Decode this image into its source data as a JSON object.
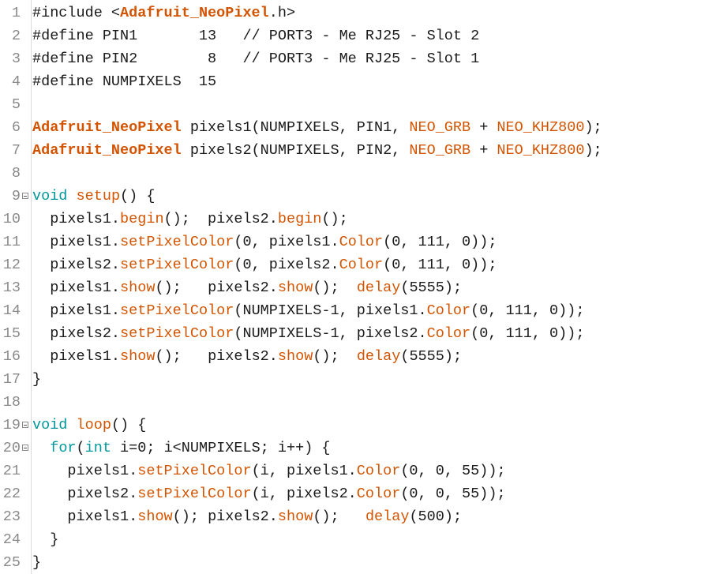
{
  "editor": {
    "colors": {
      "plain": "#1a1a1a",
      "keyword": "#00979c",
      "function": "#d35400",
      "class": "#d35400",
      "line_number": "#8a8a8a",
      "gutter_border": "#d9d9d9"
    },
    "lines": [
      {
        "num": "1",
        "fold": false,
        "tokens": [
          {
            "t": "#include <",
            "c": "plain"
          },
          {
            "t": "Adafruit_NeoPixel",
            "c": "class"
          },
          {
            "t": ".h>",
            "c": "plain"
          }
        ]
      },
      {
        "num": "2",
        "fold": false,
        "tokens": [
          {
            "t": "#define PIN1       13   // PORT3 - Me RJ25 - Slot 2",
            "c": "plain"
          }
        ]
      },
      {
        "num": "3",
        "fold": false,
        "tokens": [
          {
            "t": "#define PIN2        8   // PORT3 - Me RJ25 - Slot 1",
            "c": "plain"
          }
        ]
      },
      {
        "num": "4",
        "fold": false,
        "tokens": [
          {
            "t": "#define NUMPIXELS  15",
            "c": "plain"
          }
        ]
      },
      {
        "num": "5",
        "fold": false,
        "tokens": []
      },
      {
        "num": "6",
        "fold": false,
        "tokens": [
          {
            "t": "Adafruit_NeoPixel",
            "c": "class"
          },
          {
            "t": " pixels1(NUMPIXELS, PIN1, ",
            "c": "plain"
          },
          {
            "t": "NEO_GRB",
            "c": "const"
          },
          {
            "t": " + ",
            "c": "plain"
          },
          {
            "t": "NEO_KHZ800",
            "c": "const"
          },
          {
            "t": ");",
            "c": "plain"
          }
        ]
      },
      {
        "num": "7",
        "fold": false,
        "tokens": [
          {
            "t": "Adafruit_NeoPixel",
            "c": "class"
          },
          {
            "t": " pixels2(NUMPIXELS, PIN2, ",
            "c": "plain"
          },
          {
            "t": "NEO_GRB",
            "c": "const"
          },
          {
            "t": " + ",
            "c": "plain"
          },
          {
            "t": "NEO_KHZ800",
            "c": "const"
          },
          {
            "t": ");",
            "c": "plain"
          }
        ]
      },
      {
        "num": "8",
        "fold": false,
        "tokens": []
      },
      {
        "num": "9",
        "fold": true,
        "tokens": [
          {
            "t": "void",
            "c": "kw"
          },
          {
            "t": " ",
            "c": "plain"
          },
          {
            "t": "setup",
            "c": "fn"
          },
          {
            "t": "() {",
            "c": "plain"
          }
        ]
      },
      {
        "num": "10",
        "fold": false,
        "tokens": [
          {
            "t": "  pixels1.",
            "c": "plain"
          },
          {
            "t": "begin",
            "c": "fn"
          },
          {
            "t": "();  pixels2.",
            "c": "plain"
          },
          {
            "t": "begin",
            "c": "fn"
          },
          {
            "t": "();",
            "c": "plain"
          }
        ]
      },
      {
        "num": "11",
        "fold": false,
        "tokens": [
          {
            "t": "  pixels1.",
            "c": "plain"
          },
          {
            "t": "setPixelColor",
            "c": "fn"
          },
          {
            "t": "(0, pixels1.",
            "c": "plain"
          },
          {
            "t": "Color",
            "c": "fn"
          },
          {
            "t": "(0, 111, 0));",
            "c": "plain"
          }
        ]
      },
      {
        "num": "12",
        "fold": false,
        "tokens": [
          {
            "t": "  pixels2.",
            "c": "plain"
          },
          {
            "t": "setPixelColor",
            "c": "fn"
          },
          {
            "t": "(0, pixels2.",
            "c": "plain"
          },
          {
            "t": "Color",
            "c": "fn"
          },
          {
            "t": "(0, 111, 0));",
            "c": "plain"
          }
        ]
      },
      {
        "num": "13",
        "fold": false,
        "tokens": [
          {
            "t": "  pixels1.",
            "c": "plain"
          },
          {
            "t": "show",
            "c": "fn"
          },
          {
            "t": "();   pixels2.",
            "c": "plain"
          },
          {
            "t": "show",
            "c": "fn"
          },
          {
            "t": "();  ",
            "c": "plain"
          },
          {
            "t": "delay",
            "c": "fn"
          },
          {
            "t": "(5555);",
            "c": "plain"
          }
        ]
      },
      {
        "num": "14",
        "fold": false,
        "tokens": [
          {
            "t": "  pixels1.",
            "c": "plain"
          },
          {
            "t": "setPixelColor",
            "c": "fn"
          },
          {
            "t": "(NUMPIXELS-1, pixels1.",
            "c": "plain"
          },
          {
            "t": "Color",
            "c": "fn"
          },
          {
            "t": "(0, 111, 0));",
            "c": "plain"
          }
        ]
      },
      {
        "num": "15",
        "fold": false,
        "tokens": [
          {
            "t": "  pixels2.",
            "c": "plain"
          },
          {
            "t": "setPixelColor",
            "c": "fn"
          },
          {
            "t": "(NUMPIXELS-1, pixels2.",
            "c": "plain"
          },
          {
            "t": "Color",
            "c": "fn"
          },
          {
            "t": "(0, 111, 0));",
            "c": "plain"
          }
        ]
      },
      {
        "num": "16",
        "fold": false,
        "tokens": [
          {
            "t": "  pixels1.",
            "c": "plain"
          },
          {
            "t": "show",
            "c": "fn"
          },
          {
            "t": "();   pixels2.",
            "c": "plain"
          },
          {
            "t": "show",
            "c": "fn"
          },
          {
            "t": "();  ",
            "c": "plain"
          },
          {
            "t": "delay",
            "c": "fn"
          },
          {
            "t": "(5555);",
            "c": "plain"
          }
        ]
      },
      {
        "num": "17",
        "fold": false,
        "tokens": [
          {
            "t": "}",
            "c": "plain"
          }
        ]
      },
      {
        "num": "18",
        "fold": false,
        "tokens": []
      },
      {
        "num": "19",
        "fold": true,
        "tokens": [
          {
            "t": "void",
            "c": "kw"
          },
          {
            "t": " ",
            "c": "plain"
          },
          {
            "t": "loop",
            "c": "fn"
          },
          {
            "t": "() {",
            "c": "plain"
          }
        ]
      },
      {
        "num": "20",
        "fold": true,
        "tokens": [
          {
            "t": "  ",
            "c": "plain"
          },
          {
            "t": "for",
            "c": "kw"
          },
          {
            "t": "(",
            "c": "plain"
          },
          {
            "t": "int",
            "c": "kw"
          },
          {
            "t": " i=0; i<NUMPIXELS; i++) {",
            "c": "plain"
          }
        ]
      },
      {
        "num": "21",
        "fold": false,
        "tokens": [
          {
            "t": "    pixels1.",
            "c": "plain"
          },
          {
            "t": "setPixelColor",
            "c": "fn"
          },
          {
            "t": "(i, pixels1.",
            "c": "plain"
          },
          {
            "t": "Color",
            "c": "fn"
          },
          {
            "t": "(0, 0, 55));",
            "c": "plain"
          }
        ]
      },
      {
        "num": "22",
        "fold": false,
        "tokens": [
          {
            "t": "    pixels2.",
            "c": "plain"
          },
          {
            "t": "setPixelColor",
            "c": "fn"
          },
          {
            "t": "(i, pixels2.",
            "c": "plain"
          },
          {
            "t": "Color",
            "c": "fn"
          },
          {
            "t": "(0, 0, 55));",
            "c": "plain"
          }
        ]
      },
      {
        "num": "23",
        "fold": false,
        "tokens": [
          {
            "t": "    pixels1.",
            "c": "plain"
          },
          {
            "t": "show",
            "c": "fn"
          },
          {
            "t": "(); pixels2.",
            "c": "plain"
          },
          {
            "t": "show",
            "c": "fn"
          },
          {
            "t": "();   ",
            "c": "plain"
          },
          {
            "t": "delay",
            "c": "fn"
          },
          {
            "t": "(500);",
            "c": "plain"
          }
        ]
      },
      {
        "num": "24",
        "fold": false,
        "tokens": [
          {
            "t": "  }",
            "c": "plain"
          }
        ]
      },
      {
        "num": "25",
        "fold": false,
        "tokens": [
          {
            "t": "}",
            "c": "plain"
          }
        ]
      }
    ]
  }
}
